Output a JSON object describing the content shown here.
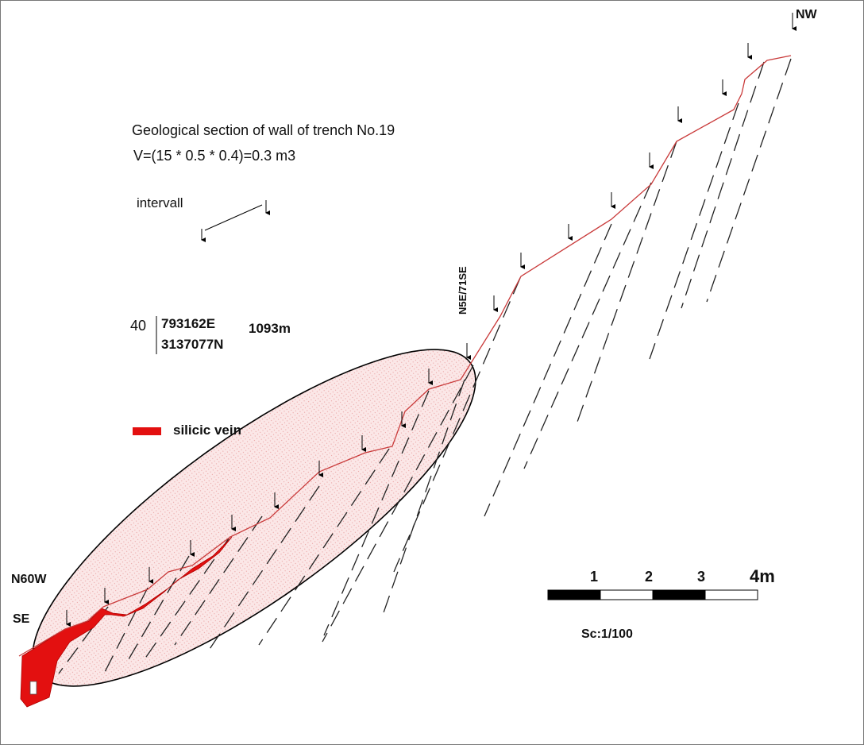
{
  "figure": {
    "title": "Geological section of wall of trench No.19",
    "volume": "V=(15 * 0.5 * 0.4)=0.3 m3",
    "interval_label": "intervall",
    "station": {
      "number": "40",
      "easting": "793162E",
      "northing": "3137077N",
      "elevation": "1093m"
    },
    "legend": {
      "label": "silicic vein",
      "color": "#e31010"
    },
    "directions": {
      "nw": "NW",
      "n60w": "N60W",
      "se": "SE"
    },
    "bedding_attitude": "N5E/71SE",
    "scale_bar": {
      "ticks": [
        "1",
        "2",
        "3",
        "4m"
      ],
      "scale": "Sc:1/100"
    },
    "colors": {
      "profile_line": "#c93a3a",
      "highlight_fill": "#f7d6d6",
      "ellipse_stroke": "#000000"
    }
  }
}
